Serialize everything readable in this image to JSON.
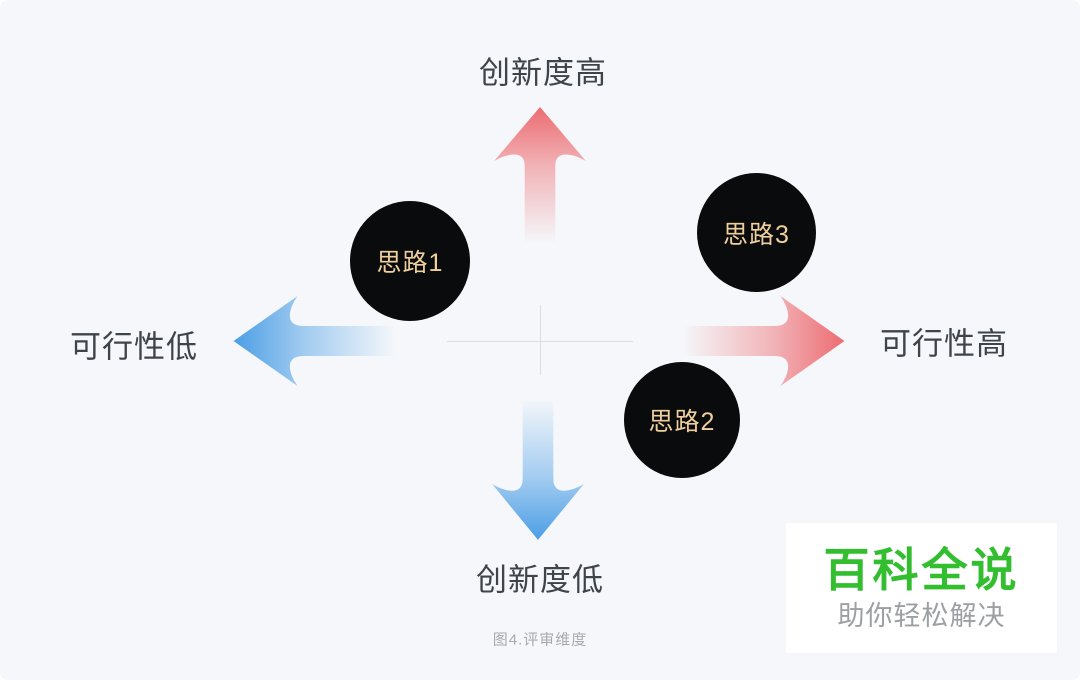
{
  "diagram": {
    "axes": {
      "top": {
        "label": "创新度高"
      },
      "bottom": {
        "label": "创新度低"
      },
      "left": {
        "label": "可行性低"
      },
      "right": {
        "label": "可行性高"
      }
    },
    "ideas": [
      {
        "label": "思路1"
      },
      {
        "label": "思路2"
      },
      {
        "label": "思路3"
      }
    ],
    "caption": "图4.评审维度"
  },
  "watermark": {
    "title": "百科全说",
    "subtitle": "助你轻松解决"
  },
  "colors": {
    "canvas-bg": "#F5F7FA",
    "label-text": "#3F444A",
    "arrow-red": "#EC6167",
    "arrow-blue": "#3E97E4",
    "node-bg": "#0A0B0D",
    "node-text": "#EFCF9C",
    "crosshair": "#D9DCE0",
    "caption-text": "#A7AAAE",
    "watermark-green": "#33BE30",
    "watermark-gray": "#9CA0A4"
  }
}
